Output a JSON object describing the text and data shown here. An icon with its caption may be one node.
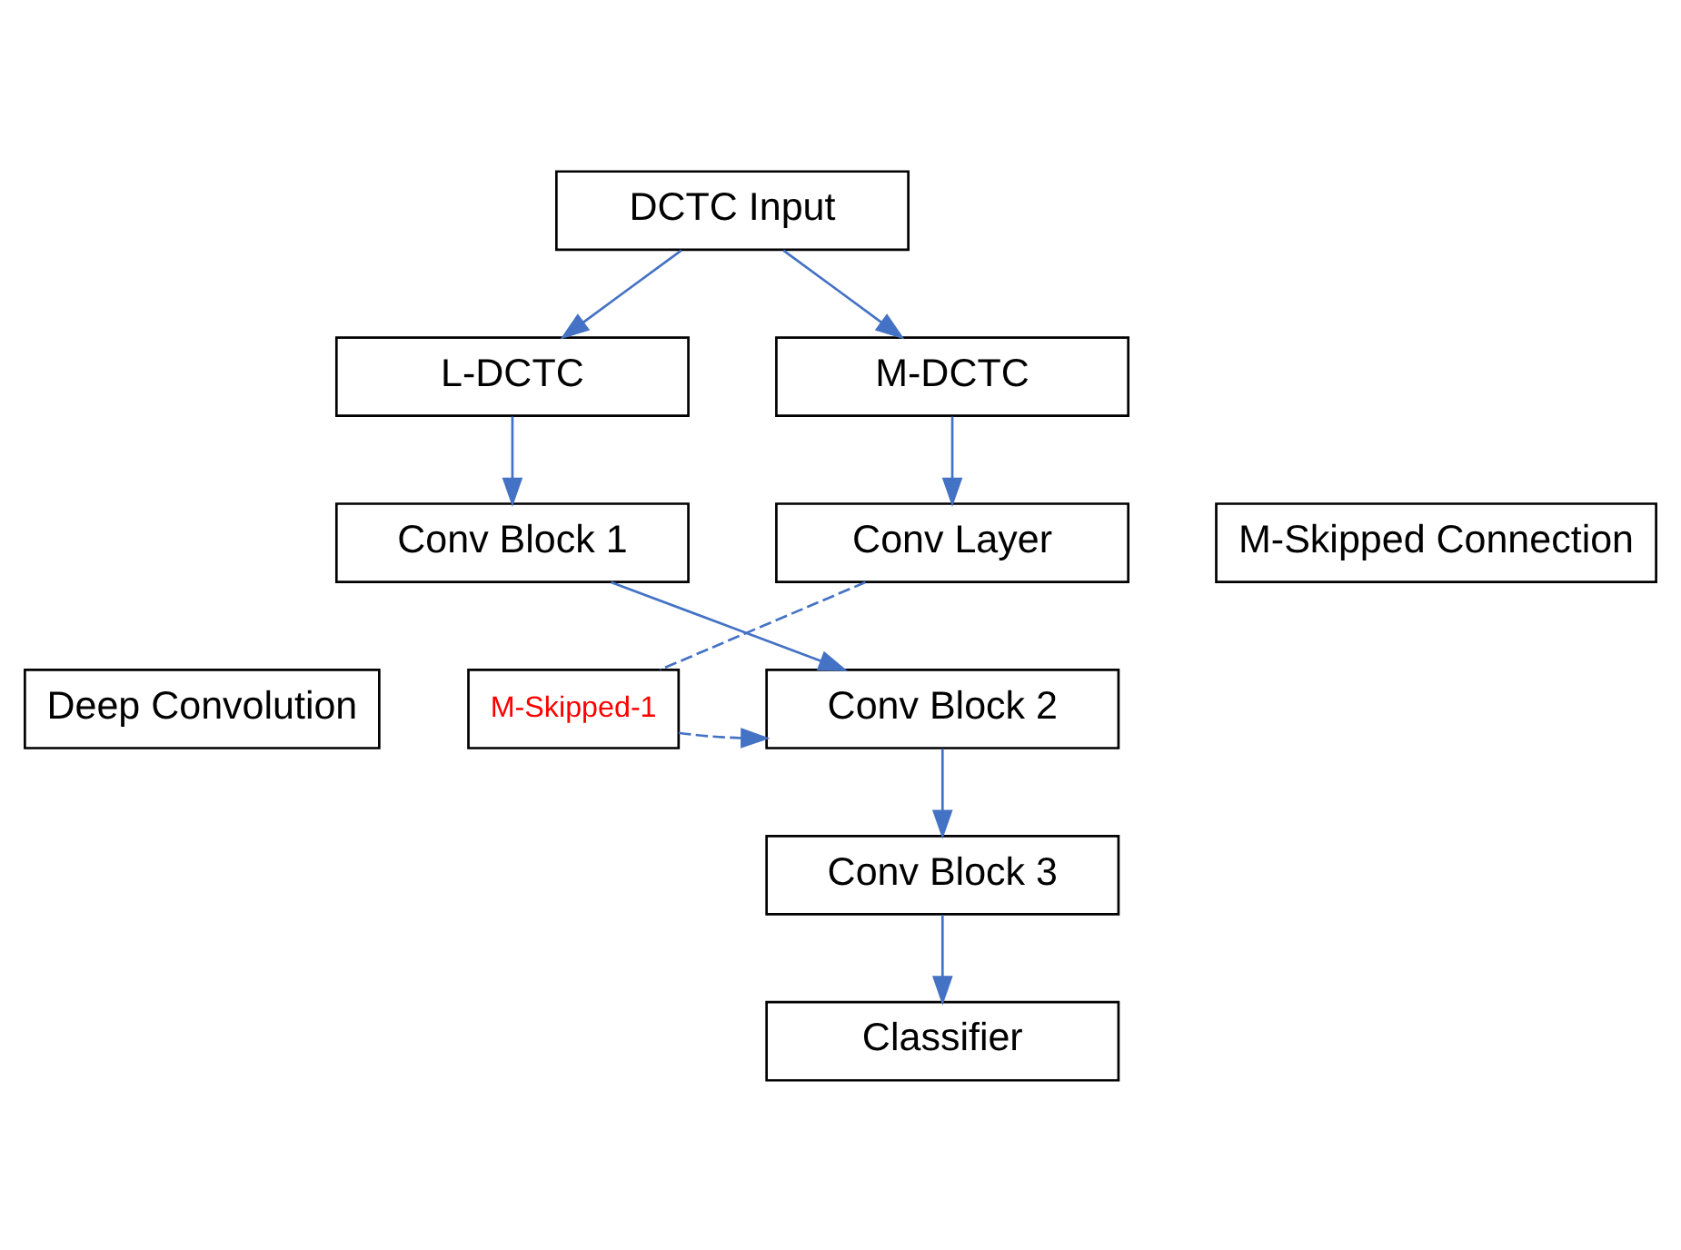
{
  "diagram": {
    "nodes": [
      {
        "text": [
          "DCTC Input"
        ]
      },
      {
        "text": [
          "L-DCTC"
        ]
      },
      {
        "text": [
          "M-DCTC"
        ]
      },
      {
        "text": [
          "M-Skipped Connection"
        ]
      },
      {
        "text": [
          "Deep Convolution"
        ]
      },
      {
        "text": [
          "Conv Block 1"
        ]
      },
      {
        "text": [
          "Conv Layer"
        ]
      },
      {
        "text": [
          "Conv Block 2"
        ]
      },
      {
        "text": [
          "M-Skipped-1"
        ]
      },
      {
        "text": [
          "Conv Block 3"
        ]
      },
      {
        "text": [
          "Classifier"
        ]
      }
    ],
    "edges": [
      {
        "from": 0,
        "to": 1,
        "arrow": "to"
      },
      {
        "from": 0,
        "to": 2,
        "arrow": "to"
      },
      {
        "from": 1,
        "to": 5,
        "arrow": "to"
      },
      {
        "from": 2,
        "to": 6,
        "arrow": "to"
      },
      {
        "from": 5,
        "to": 7,
        "arrow": "to"
      },
      {
        "from": 6,
        "to": 8,
        "arrow": "none",
        "style": "dashed"
      },
      {
        "from": 8,
        "to": 7,
        "arrow": "to",
        "style": "dashed"
      },
      {
        "from": 7,
        "to": 9,
        "arrow": "to"
      },
      {
        "from": 9,
        "to": 10,
        "arrow": "to"
      }
    ]
  }
}
